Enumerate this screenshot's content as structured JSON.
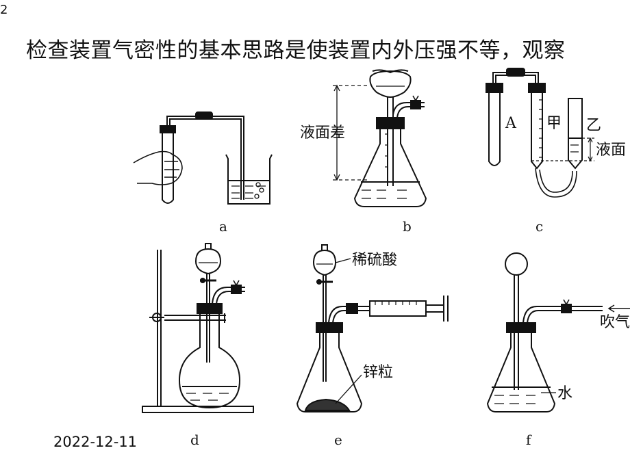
{
  "slide": {
    "page_number": "2",
    "headline": "检查装置气密性的基本思路是使装置内外压强不等，观察",
    "date": "2022-12-11"
  },
  "figures": {
    "a": {
      "caption": "a"
    },
    "b": {
      "caption": "b",
      "level_diff_label": "液面差"
    },
    "c": {
      "caption": "c",
      "tube_a_label": "A",
      "tube_jia_label": "甲",
      "tube_yi_label": "乙",
      "level_diff_label": "液面"
    },
    "d": {
      "caption": "d"
    },
    "e": {
      "caption": "e",
      "acid_label": "稀硫酸",
      "zinc_label": "锌粒"
    },
    "f": {
      "caption": "f",
      "blow_label": "吹气",
      "water_label": "水"
    }
  }
}
